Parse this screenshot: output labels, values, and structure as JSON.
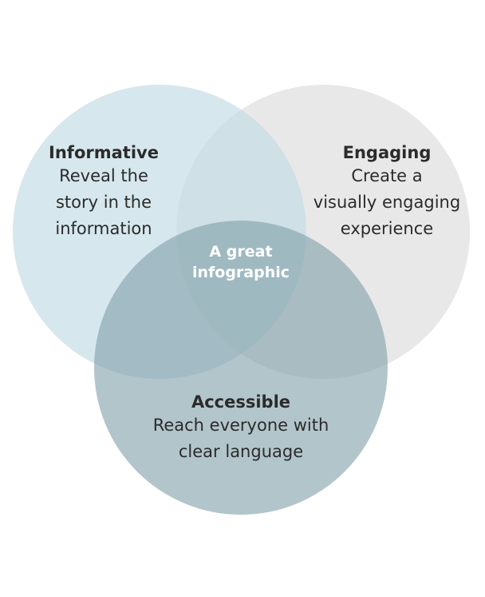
{
  "colors": {
    "informative_circle": "#d4e6ed",
    "engaging_circle": "#e8e8e8",
    "accessible_circle": "#a6bfc6",
    "text_dark": "#2b2b2b",
    "text_center": "#ffffff"
  },
  "informative": {
    "title": "Informative",
    "lines": [
      "Reveal the",
      "story in the",
      "information"
    ]
  },
  "engaging": {
    "title": "Engaging",
    "lines": [
      "Create a",
      "visually engaging",
      "experience"
    ]
  },
  "accessible": {
    "title": "Accessible",
    "lines": [
      "Reach everyone with",
      "clear language"
    ]
  },
  "center": {
    "lines": [
      "A great",
      "infographic"
    ]
  }
}
